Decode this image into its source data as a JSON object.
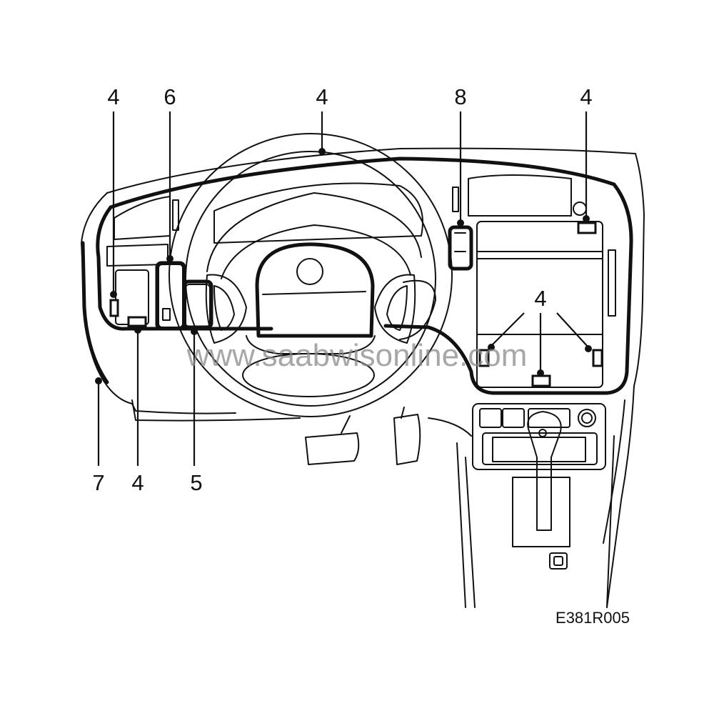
{
  "figure": {
    "code": "E381R005",
    "watermark": "www.saabwisonline.com"
  },
  "callouts": [
    {
      "id": "c-4-left",
      "number": "4"
    },
    {
      "id": "c-6",
      "number": "6"
    },
    {
      "id": "c-4-top",
      "number": "4"
    },
    {
      "id": "c-8",
      "number": "8"
    },
    {
      "id": "c-4-right",
      "number": "4"
    },
    {
      "id": "c-4-glovebox",
      "number": "4"
    },
    {
      "id": "c-7",
      "number": "7"
    },
    {
      "id": "c-4-bottom",
      "number": "4"
    },
    {
      "id": "c-5",
      "number": "5"
    }
  ]
}
